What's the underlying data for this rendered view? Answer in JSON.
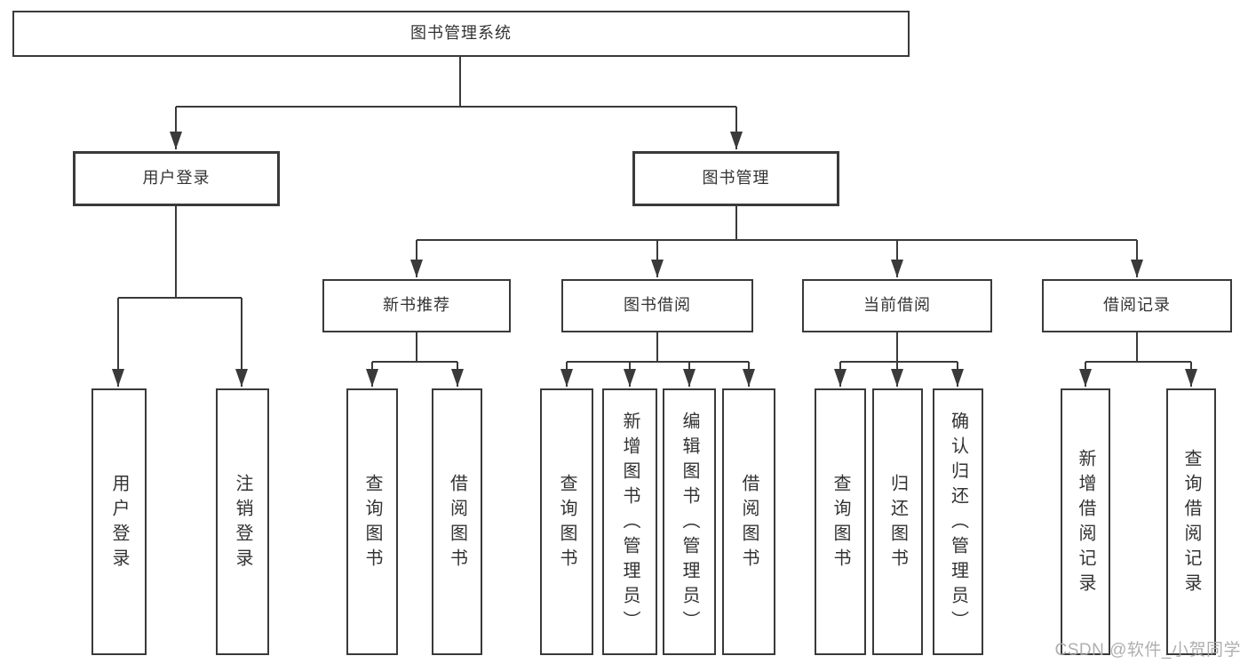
{
  "diagram_title": "图书管理系统",
  "tree": {
    "root": {
      "label": "图书管理系统"
    },
    "branches": [
      {
        "label": "用户登录",
        "children": [
          {
            "label": "用户登录"
          },
          {
            "label": "注销登录"
          }
        ]
      },
      {
        "label": "图书管理",
        "children": [
          {
            "label": "新书推荐",
            "children": [
              {
                "label": "查询图书"
              },
              {
                "label": "借阅图书"
              }
            ]
          },
          {
            "label": "图书借阅",
            "children": [
              {
                "label": "查询图书"
              },
              {
                "label": "新增图书（管理员）"
              },
              {
                "label": "编辑图书（管理员）"
              },
              {
                "label": "借阅图书"
              }
            ]
          },
          {
            "label": "当前借阅",
            "children": [
              {
                "label": "查询图书"
              },
              {
                "label": "归还图书"
              },
              {
                "label": "确认归还（管理员）"
              }
            ]
          },
          {
            "label": "借阅记录",
            "children": [
              {
                "label": "新增借阅记录"
              },
              {
                "label": "查询借阅记录"
              }
            ]
          }
        ]
      }
    ]
  },
  "watermark": {
    "text": "CSDN @软件_小贺同学"
  },
  "colors": {
    "line": "#3a3a3a",
    "box_border": "#3a3a3a",
    "text": "#333333",
    "watermark": "#a8a8a8",
    "background": "#ffffff"
  }
}
